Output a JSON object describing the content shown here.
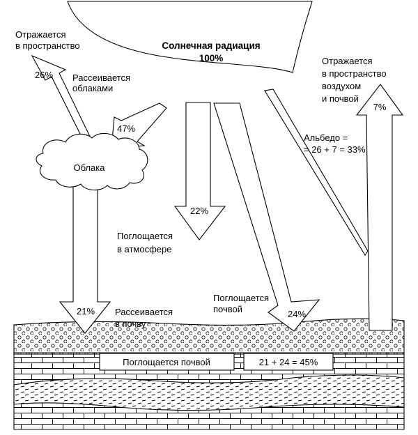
{
  "sun": {
    "title": "Солнечная радиация",
    "percent": "100%"
  },
  "reflected_space": "Отражается\nв пространство",
  "reflected_clouds_pct": "26%",
  "scattered_clouds": "Рассеивается\nоблаками",
  "to_clouds_pct": "47%",
  "clouds_label": "Облака",
  "atmosphere_pct": "22%",
  "absorbed_atmosphere": "Поглощается\nв атмосфере",
  "scattered_soil": "Рассеивается\nв почву",
  "scattered_soil_pct": "21%",
  "absorbed_soil_top": "Поглощается\nпочвой",
  "soil_direct_pct": "24%",
  "reflected_air_soil": "Отражается\nв пространство\nвоздухом\nи почвой",
  "reflected_air_soil_pct": "7%",
  "albedo": "Альбедо =\n= 26 + 7 = 33%",
  "soil_box_label": "Поглощается почвой",
  "sum_box_label": "21 + 24 = 45%"
}
